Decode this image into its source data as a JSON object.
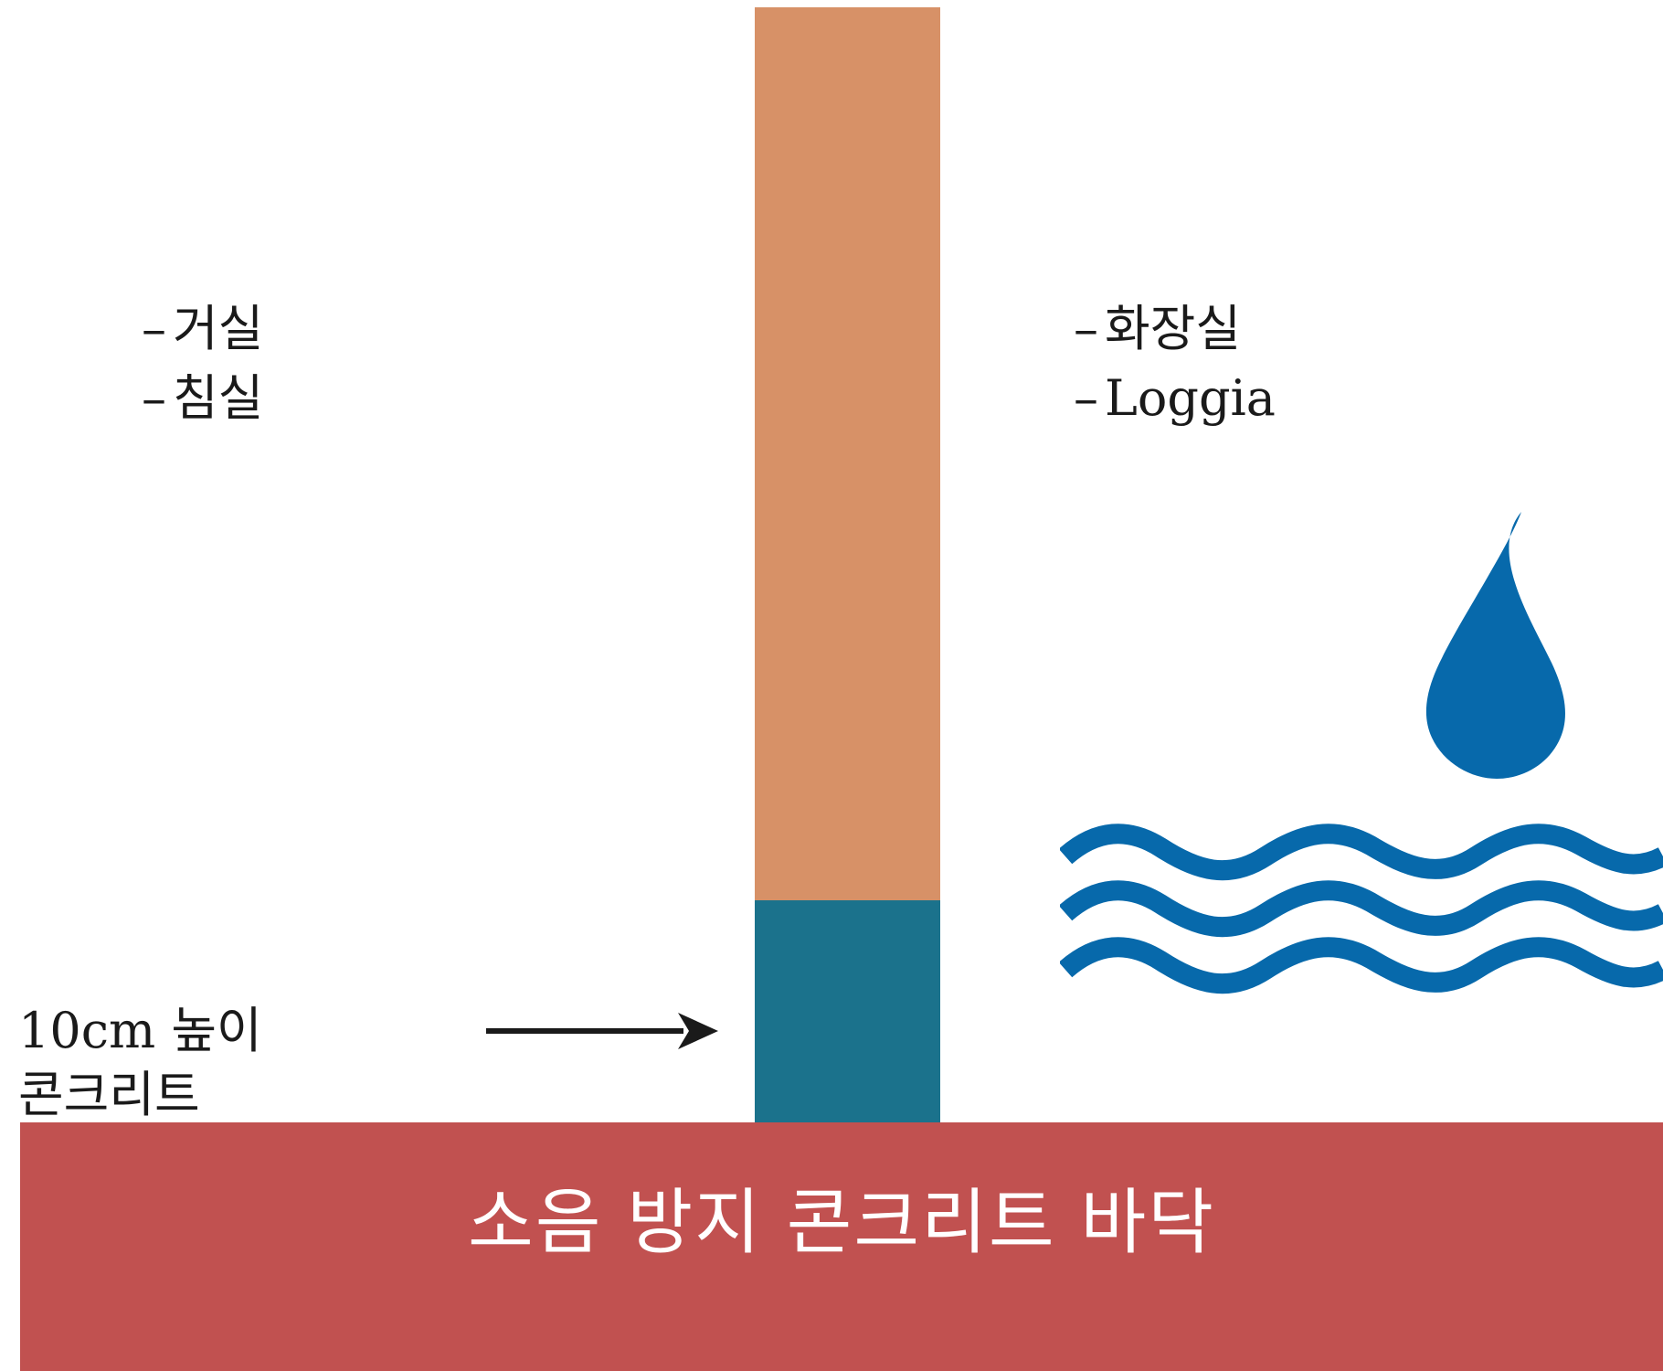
{
  "colors": {
    "wall_upper": "#d79167",
    "wall_base": "#1b728c",
    "floor_slab": "#c15150",
    "water": "#0769ab",
    "arrow": "#1a1a1a"
  },
  "left_rooms": [
    "거실",
    "침실"
  ],
  "right_rooms": [
    "화장실",
    "Loggia"
  ],
  "base_note": {
    "line1": "10cm 높이",
    "line2": "콘크리트"
  },
  "floor_label": "소음 방지 콘크리트 바닥",
  "icons": {
    "arrow": "arrow-right-icon",
    "water": "water-drop-waves-icon"
  }
}
